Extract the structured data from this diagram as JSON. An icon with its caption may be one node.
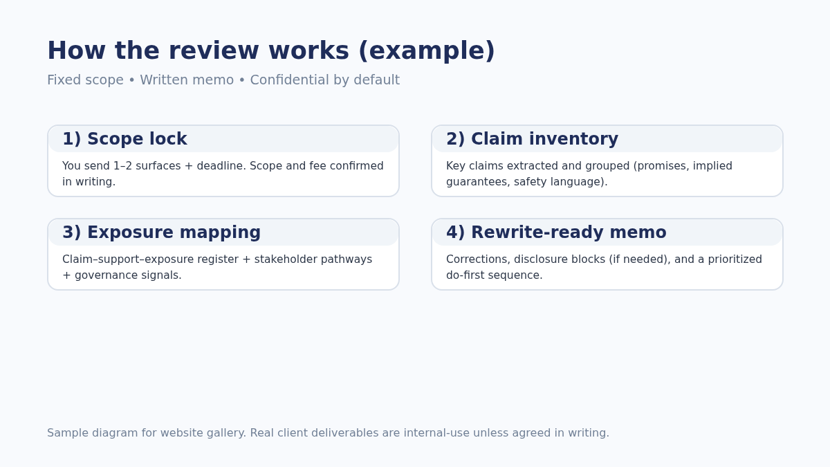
{
  "diagram": {
    "title": "How the review works (example)",
    "caption": "Sample diagram for website gallery. Real client deliverables are internal-use unless agreed in writing.",
    "nodes": [
      {
        "text": [
          "1) Scope lock",
          "You send 1–2 surfaces + deadline. Scope and fee confirmed in writing."
        ]
      },
      {
        "text": [
          "2) Claim inventory",
          "Key claims extracted and grouped (promises, implied guarantees, safety language)."
        ]
      },
      {
        "text": [
          "3) Exposure mapping",
          "Claim–support–exposure register + stakeholder pathways + governance signals."
        ]
      },
      {
        "text": [
          "4) Rewrite-ready memo",
          "Corrections, disclosure blocks (if needed), and a prioritized do-first sequence."
        ]
      }
    ],
    "labels": [
      "Fixed scope • Written memo • Confidential by default"
    ]
  }
}
